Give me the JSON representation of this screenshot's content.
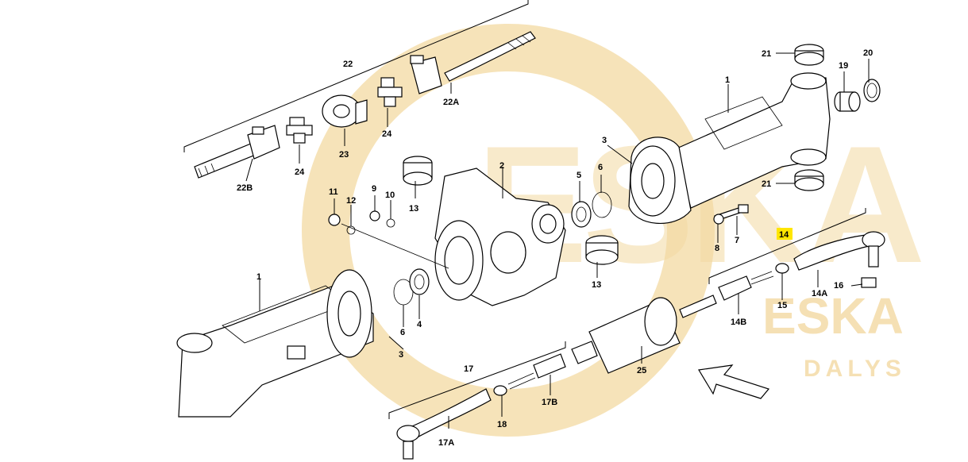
{
  "watermark": {
    "brand_big": "ESKA",
    "brand_small": "ESKA",
    "brand_sub": "DALYS",
    "color": "#f3d9a2"
  },
  "highlight_color": "#ffe600",
  "callouts": {
    "p1_top": "1",
    "p1_bottom": "1",
    "p2": "2",
    "p3_top": "3",
    "p3_bottom": "3",
    "p4": "4",
    "p5": "5",
    "p6_top": "6",
    "p6_bottom": "6",
    "p7": "7",
    "p8": "8",
    "p9": "9",
    "p10": "10",
    "p11": "11",
    "p12": "12",
    "p13_top": "13",
    "p13_bottom": "13",
    "p14": "14",
    "p14a": "14A",
    "p14b": "14B",
    "p15": "15",
    "p16": "16",
    "p17": "17",
    "p17a": "17A",
    "p17b": "17B",
    "p18": "18",
    "p19": "19",
    "p20": "20",
    "p21_top": "21",
    "p21_bottom": "21",
    "p22": "22",
    "p22a": "22A",
    "p22b": "22B",
    "p24_left": "24",
    "p24_right": "24",
    "p23": "23",
    "p25": "25"
  }
}
